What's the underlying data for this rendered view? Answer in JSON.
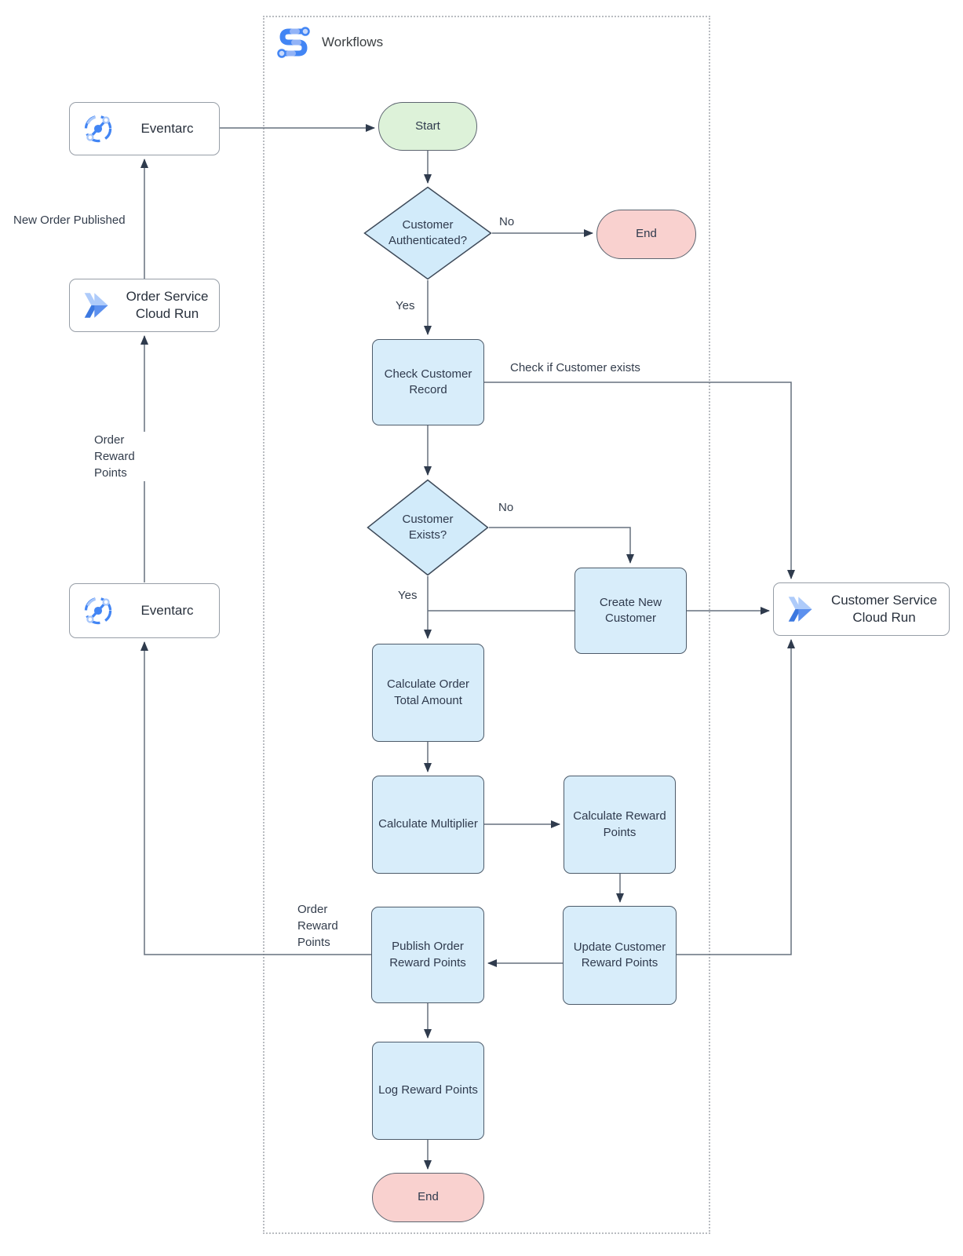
{
  "diagram": {
    "header": {
      "label": "Workflows"
    },
    "icons": {
      "workflows": "workflows-icon",
      "eventarc": "eventarc-icon",
      "cloud_run": "cloud-run-icon"
    },
    "colors": {
      "process_fill": "#d8edfa",
      "decision_fill": "#d2ebfa",
      "start_fill": "#ddf2d9",
      "end_fill": "#f9d1cf",
      "service_fill": "#ffffff",
      "accent_blue": "#4285f4",
      "accent_blue_light": "#aecbfa",
      "connector": "#67707e"
    },
    "nodes": {
      "eventarc_top": {
        "label": "Eventarc"
      },
      "order_service": {
        "label": "Order Service Cloud Run"
      },
      "eventarc_bottom": {
        "label": "Eventarc"
      },
      "customer_service": {
        "label": "Customer Service Cloud Run"
      },
      "start": {
        "label": "Start"
      },
      "auth_decision": {
        "label": "Customer Authenticated?"
      },
      "end_top": {
        "label": "End"
      },
      "check_customer_record": {
        "label": "Check Customer Record"
      },
      "exists_decision": {
        "label": "Customer Exists?"
      },
      "create_new_customer": {
        "label": "Create New Customer"
      },
      "calculate_order_total": {
        "label": "Calculate Order Total Amount"
      },
      "calculate_multiplier": {
        "label": "Calculate Multiplier"
      },
      "calculate_reward_points": {
        "label": "Calculate Reward Points"
      },
      "publish_order_reward_points": {
        "label": "Publish Order Reward Points"
      },
      "update_customer_reward_points": {
        "label": "Update Customer Reward Points"
      },
      "log_reward_points": {
        "label": "Log Reward Points"
      },
      "end_bottom": {
        "label": "End"
      }
    },
    "edge_labels": {
      "auth_no": "No",
      "auth_yes": "Yes",
      "exists_no": "No",
      "exists_yes": "Yes",
      "check_if_customer_exists": "Check if Customer exists",
      "new_order_published": "New Order Published",
      "order_reward_points_upper": "Order Reward Points",
      "order_reward_points_lower": "Order Reward Points"
    }
  }
}
